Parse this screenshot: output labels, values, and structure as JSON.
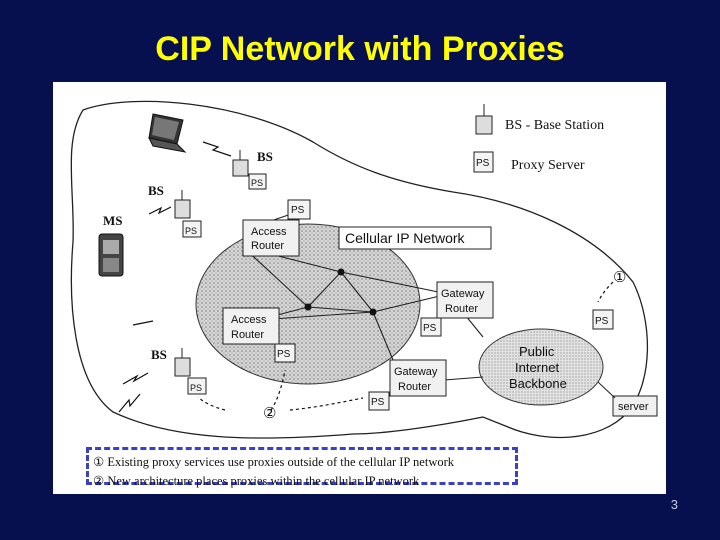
{
  "slide": {
    "title": "CIP Network with Proxies",
    "page_number": "3"
  },
  "legend": {
    "bs": "BS  - Base Station",
    "ps": "Proxy Server"
  },
  "icons": {
    "bs_icon": "BS",
    "ps_icon": "PS"
  },
  "diagram": {
    "cellular_ip_network": "Cellular IP Network",
    "access_router_top": "Access Router",
    "access_router_left": "Access Router",
    "gateway_router_right": "Gateway Router",
    "gateway_router_bottom": "Gateway Router",
    "public_internet": [
      "Public",
      "Internet",
      "Backbone"
    ],
    "server": "server",
    "ms": "MS",
    "bs_labels": [
      "BS",
      "BS",
      "BS"
    ],
    "marker_1": "①",
    "marker_2": "②"
  },
  "notes": {
    "note1": "① Existing proxy services use proxies outside of the cellular IP network",
    "note2": "② New architecture places proxies within the cellular IP network"
  },
  "colors": {
    "background": "#07104f",
    "title": "#ffff00",
    "dashed_border": "#3b40c8"
  }
}
